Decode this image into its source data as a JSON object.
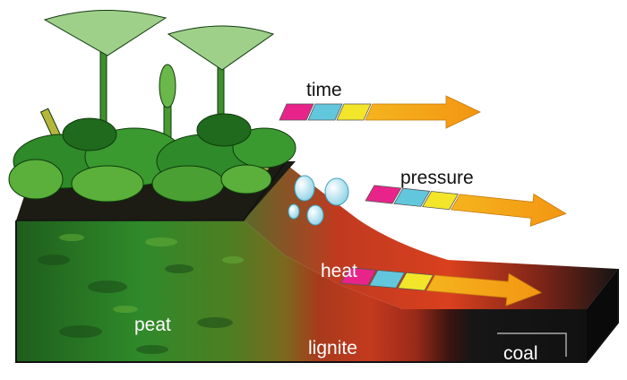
{
  "labels": {
    "time": "time",
    "pressure": "pressure",
    "heat": "heat",
    "peat": "peat",
    "lignite": "lignite",
    "coal": "coal"
  },
  "arrow_colors": [
    "#e8248a",
    "#62c7dd",
    "#f2e52a",
    "#f5b01c",
    "#f39a12"
  ],
  "layer_colors": {
    "peat": "#2f8a2a",
    "lignite": "#a83a1c",
    "coal": "#161616"
  }
}
